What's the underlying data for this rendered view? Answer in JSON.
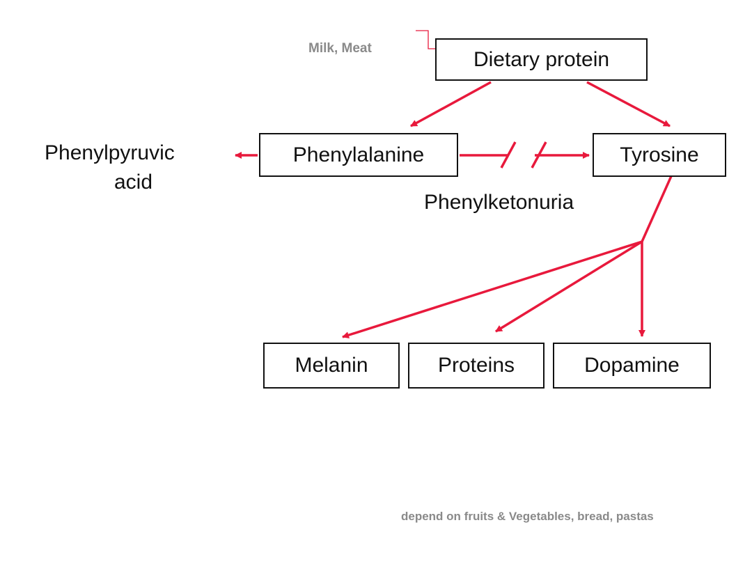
{
  "diagram": {
    "nodes": {
      "dietary_protein": "Dietary protein",
      "phenylalanine": "Phenylalanine",
      "tyrosine": "Tyrosine",
      "melanin": "Melanin",
      "proteins": "Proteins",
      "dopamine": "Dopamine"
    },
    "labels": {
      "phenylpyruvic_line1": "Phenylpyruvic",
      "phenylpyruvic_line2": "acid",
      "blocked_step": "Phenylketonuria"
    },
    "notes": {
      "sources": "Milk, Meat",
      "diet": "depend on fruits & Vegetables, bread, pastas"
    },
    "colors": {
      "arrow": "#e8193c",
      "note_text": "#8a8a8a",
      "box_border": "#111111"
    }
  }
}
